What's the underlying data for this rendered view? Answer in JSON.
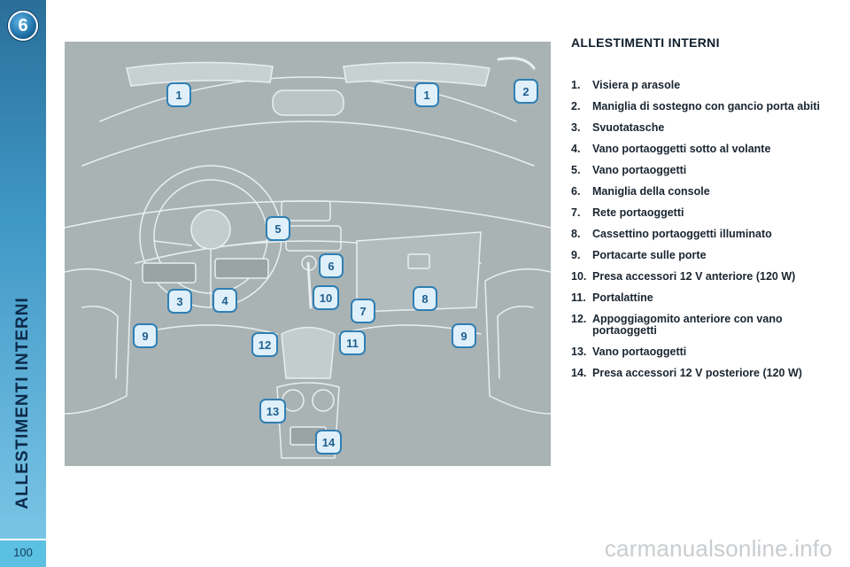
{
  "sidebar": {
    "chapter_number": "6",
    "title": "ALLESTIMENTI INTERNI",
    "page_number": "100"
  },
  "content": {
    "heading": "ALLESTIMENTI INTERNI",
    "items": [
      {
        "num": "1.",
        "text": "Visiera p arasole"
      },
      {
        "num": "2.",
        "text": "Maniglia di sostegno con gancio porta abiti"
      },
      {
        "num": "3.",
        "text": "Svuotatasche"
      },
      {
        "num": "4.",
        "text": "Vano portaoggetti sotto al volante"
      },
      {
        "num": "5.",
        "text": "Vano portaoggetti"
      },
      {
        "num": "6.",
        "text": "Maniglia della console"
      },
      {
        "num": "7.",
        "text": "Rete portaoggetti"
      },
      {
        "num": "8.",
        "text": "Cassettino portaoggetti illuminato"
      },
      {
        "num": "9.",
        "text": "Portacarte sulle porte"
      },
      {
        "num": "10.",
        "text": "Presa accessori 12 V anteriore (120 W)"
      },
      {
        "num": "11.",
        "text": "Portalattine"
      },
      {
        "num": "12.",
        "text": "Appoggiagomito anteriore con vano portaoggetti"
      },
      {
        "num": "13.",
        "text": "Vano portaoggetti"
      },
      {
        "num": "14.",
        "text": "Presa accessori 12 V posteriore (120 W)"
      }
    ]
  },
  "illustration": {
    "callouts": [
      "1",
      "1",
      "2",
      "3",
      "4",
      "5",
      "6",
      "7",
      "8",
      "9",
      "9",
      "10",
      "11",
      "12",
      "13",
      "14"
    ],
    "colors": {
      "background": "#a9b3b4",
      "callout_fill": "#dff0fa",
      "callout_border": "#2f7fb4"
    }
  },
  "watermark": "carmanualsonline.info"
}
